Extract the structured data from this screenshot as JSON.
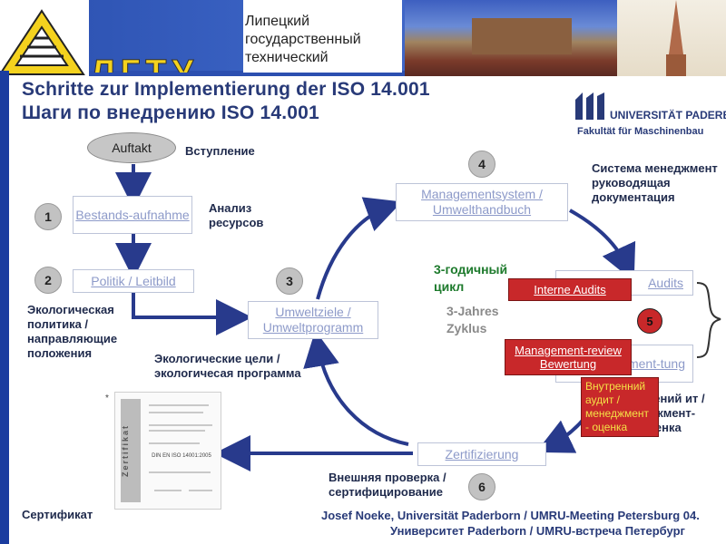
{
  "header": {
    "org_text": "Липецкий государственный технический",
    "logo_text": "ЛГТУ"
  },
  "titles": {
    "de": "Schritte zur Implementierung der ISO 14.001",
    "ru": "Шаги по внедрению ISO 14.001"
  },
  "university": {
    "name": "UNIVERSITÄT PADERBORN",
    "faculty": "Fakultät für Maschinenbau"
  },
  "steps": {
    "auftakt": "Auftakt",
    "auftakt_ru": "Вступление",
    "bestand": "Bestands-aufnahme",
    "bestand_ru": "Анализ ресурсов",
    "politik": "Politik / Leitbild",
    "politik_ru": "Экологическая политика / направляющие положения",
    "umweltziele": "Umweltziele / Umweltprogramm",
    "umweltziele_ru": "Экологические цели / экологичесая программа",
    "managementsystem": "Managementsystem / Umwelthandbuch",
    "managementsystem_ru": "Система менеджмент руководящая документация",
    "audits": "Audits",
    "review": "ment-tung",
    "zertifizierung": "Zertifizierung",
    "zertifizierung_ru": "Внешняя проверка / сертифицирование",
    "audit_ru": "трений ит / еджмент-оценка"
  },
  "numbers": {
    "n1": "1",
    "n2": "2",
    "n3": "3",
    "n4": "4",
    "n5": "5",
    "n6": "6"
  },
  "cycle": {
    "ru": "3-годичный цикл",
    "de": "3-Jahres Zyklus"
  },
  "red_labels": {
    "interne": "Interne Audits",
    "management_review": "Management-review Bewertung",
    "ru_audit": "Внутренний аудит / менеджмент - оценка"
  },
  "certificate": {
    "label_ru": "Сертификат",
    "side": "Zertifikat",
    "standard": "DIN EN ISO 14001:2005"
  },
  "footer": {
    "line1": "Josef Noeke, Universität Paderborn / UMRU-Meeting Petersburg 04.",
    "line2": "Университет Paderborn / UMRU-встреча Петербург"
  },
  "colors": {
    "title": "#283a78",
    "box_text": "#8d9ac9",
    "arrow": "#283a8c",
    "red": "#c8282a",
    "header_blue": "#2c4fb0"
  }
}
